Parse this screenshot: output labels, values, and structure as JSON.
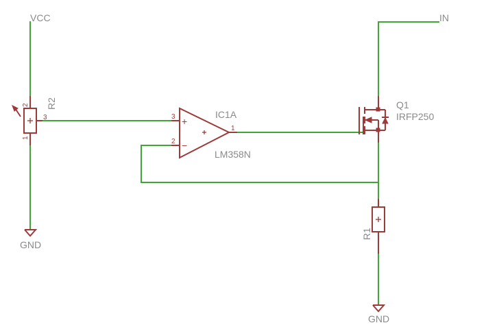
{
  "labels": {
    "vcc": "VCC",
    "gnd_left": "GND",
    "gnd_right": "GND",
    "in": "IN",
    "r2_name": "R2",
    "r1_name": "R1",
    "ic_name": "IC1A",
    "ic_value": "LM358N",
    "q_name": "Q1",
    "q_value": "IRFP250"
  },
  "pins": {
    "r2_pin_top": "2",
    "r2_pin_bottom": "1",
    "r2_wiper": "3",
    "op_plus_pin": "3",
    "op_minus_pin": "2",
    "op_out_pin": "1"
  },
  "signs": {
    "plus": "+",
    "minus": "−"
  }
}
